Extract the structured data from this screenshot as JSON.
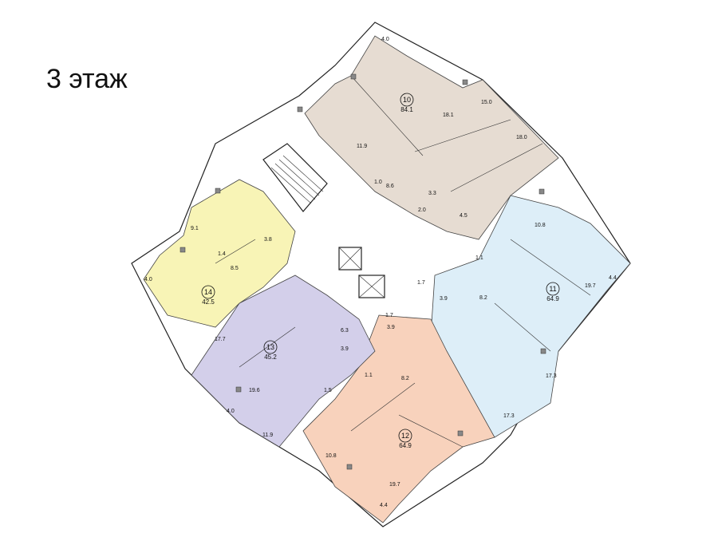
{
  "floor_title": "3 этаж",
  "colors": {
    "apt10": "#e6dcd2",
    "apt11": "#ddeef8",
    "apt12": "#f8d2bc",
    "apt13": "#d3cfea",
    "apt14": "#f8f4b6",
    "wall": "#222222"
  },
  "apartments": [
    {
      "number": "10",
      "area": "84.1"
    },
    {
      "number": "11",
      "area": "64.9"
    },
    {
      "number": "12",
      "area": "64.9"
    },
    {
      "number": "13",
      "area": "45.2"
    },
    {
      "number": "14",
      "area": "42.5"
    }
  ],
  "room_labels": [
    "4.0",
    "18.1",
    "15.0",
    "18.0",
    "11.9",
    "1.0",
    "8.6",
    "3.3",
    "2.0",
    "4.5",
    "10.8",
    "4.4",
    "19.7",
    "1.1",
    "1.7",
    "3.9",
    "8.2",
    "17.3",
    "1.7",
    "3.9",
    "8.2",
    "17.3",
    "1.1",
    "10.8",
    "19.7",
    "4.4",
    "6.3",
    "3.9",
    "19.6",
    "1.5",
    "4.0",
    "11.9",
    "9.1",
    "3.8",
    "1.4",
    "8.5",
    "4.0",
    "17.7"
  ]
}
